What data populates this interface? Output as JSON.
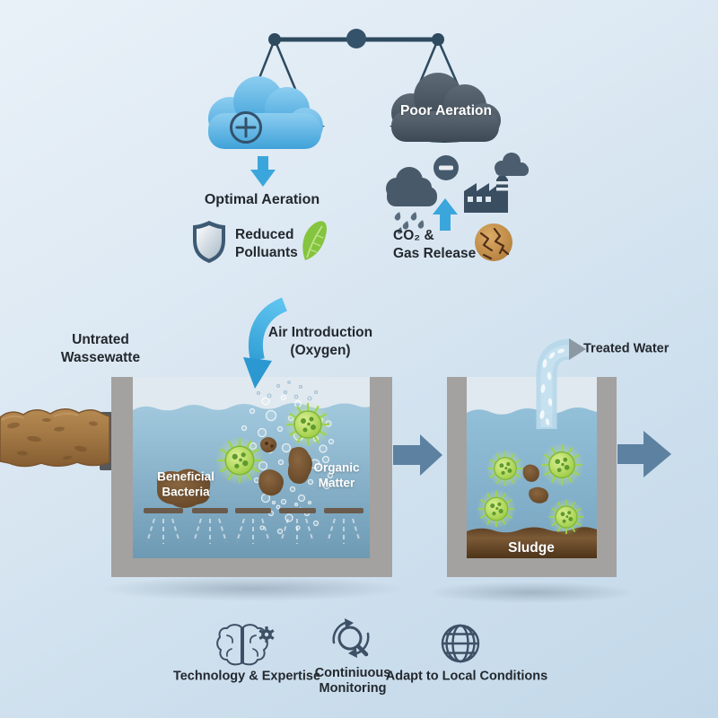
{
  "scale": {
    "poor_label": "Poor Aeration"
  },
  "optimal": {
    "title": "Optimal Aeration",
    "benefit_line1": "Reduced",
    "benefit_line2": "Polluants"
  },
  "poor": {
    "emission_line1": "CO₂ &",
    "emission_line2": "Gas Release"
  },
  "process": {
    "air_line1": "Air Introduction",
    "air_line2": "(Oxygen)",
    "influent_line1": "Untrated",
    "influent_line2": "Wassewatte",
    "beneficial_line1": "Beneficial",
    "beneficial_line2": "Bacteria",
    "organic_line1": "Organic",
    "organic_line2": "Matter",
    "treated_water_label": "Treated Water",
    "sludge_label": "Sludge"
  },
  "footer": {
    "items": [
      {
        "icon": "brain-gear-icon",
        "label": "Technology & Expertise"
      },
      {
        "icon": "monitoring-icon",
        "label_line1": "Continiuous",
        "label_line2": "Monitoring"
      },
      {
        "icon": "globe-icon",
        "label": "Adapt to Local Conditions"
      }
    ]
  },
  "colors": {
    "background_top": "#e9f1f8",
    "background_bottom": "#c2d8e9",
    "accent_blue_arrow": "#3ba6dc",
    "optimal_cloud_blue": "#55b2e5",
    "poor_cloud_dark": "#49555f",
    "scale_dark": "#2e4a5f",
    "steel_arrow": "#5d81a1",
    "tank_wall_gray": "#a3a2a0",
    "water_blue": "#8cb9d5",
    "bacteria_green": "#9ccc3f",
    "organic_brown": "#74522f",
    "sludge_brown": "#6b4a2a",
    "earth_orange": "#c4903f",
    "leaf_green": "#85c43e",
    "footer_icon_slate": "#3d5166"
  }
}
